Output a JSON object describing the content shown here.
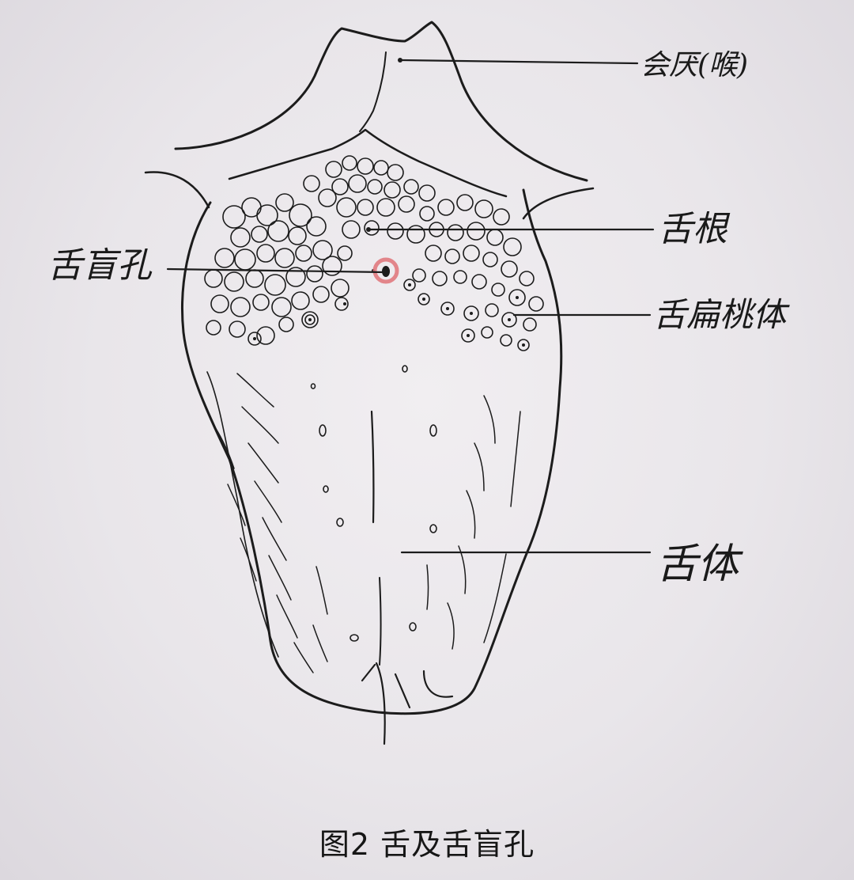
{
  "caption": "图2 舌及舌盲孔",
  "labels": {
    "epiglottis": "会厌(喉)",
    "tongue_root": "舌根",
    "foramen_cecum": "舌盲孔",
    "lingual_tonsil": "舌扁桃体",
    "tongue_body": "舌体"
  },
  "colors": {
    "ink": "#1c1c1c",
    "highlight": "#e07a7e",
    "paper": "#ebe8ec"
  }
}
